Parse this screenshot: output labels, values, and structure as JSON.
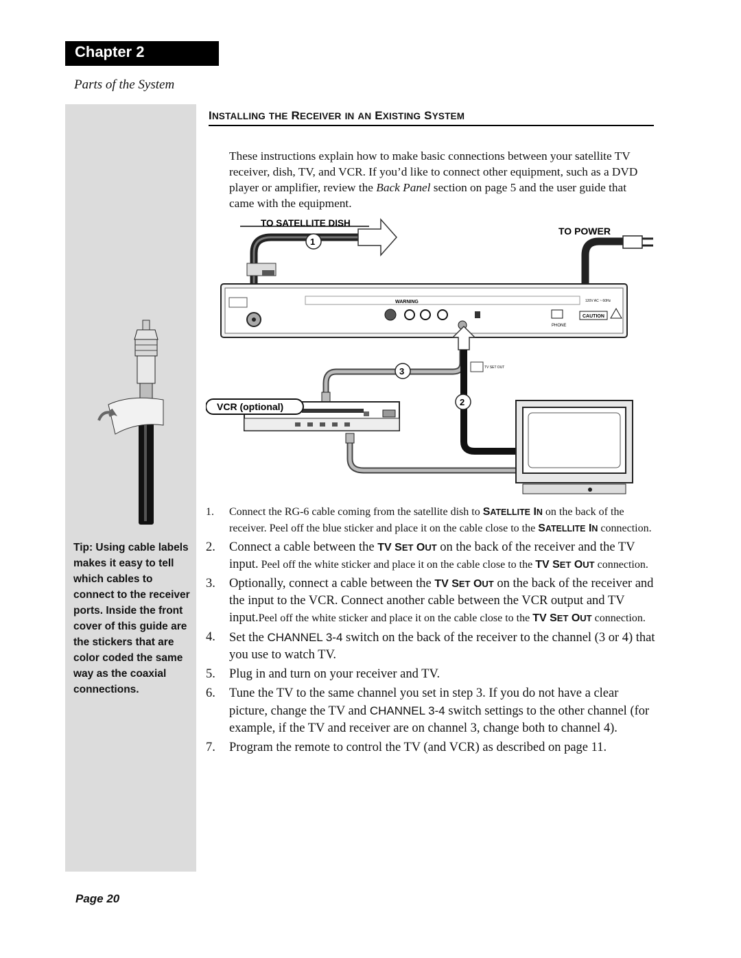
{
  "chapter_label": "Chapter 2",
  "section_name": "Parts of the System",
  "heading": {
    "w1_first": "I",
    "w1_rest": "NSTALLING",
    "w2": "THE",
    "w3_first": "R",
    "w3_rest": "ECEIVER",
    "w4": "IN",
    "w5": "AN",
    "w6_first": "E",
    "w6_rest": "XISTING",
    "w7_first": "S",
    "w7_rest": "YSTEM"
  },
  "intro": {
    "before": "These instructions explain how to make basic connections between your satellite TV receiver, dish, TV, and VCR. If you’d like to connect other equipment, such as a DVD player or amplifier, review the ",
    "italic": "Back Panel",
    "after": " section on page 5 and the user guide that came with the equipment."
  },
  "diagram": {
    "to_satellite_dish": "TO SATELLITE DISH",
    "to_power": "TO POWER",
    "vcr_optional": "VCR (optional)",
    "callouts": [
      "1",
      "2",
      "3"
    ],
    "warning_label": "WARNING",
    "caution_label": "CAUTION",
    "phone_label": "PHONE",
    "tv_set_out_tag": "TV SET OUT",
    "power_rating": "120V AC ~ 60Hz"
  },
  "steps": [
    {
      "num": "1.",
      "t1": "Connect the RG-6 cable coming from the satellite dish to ",
      "k1a": "S",
      "k1b": "ATELLITE",
      "k1c": " I",
      "k1d": "N",
      "t2": " on the back of the receiver. Peel off the blue sticker and place it on the cable close to the ",
      "k2a": "S",
      "k2b": "ATELLITE",
      "k2c": " I",
      "k2d": "N",
      "t3": " connection."
    },
    {
      "num": "2.",
      "t1": "Connect a cable between the ",
      "k1a": "TV S",
      "k1b": "ET",
      "k1c": " O",
      "k1d": "UT",
      "t2": " on the back of the receiver and the TV input.",
      "t3": " Peel off the white sticker and place it on the cable close to the ",
      "k2a": "TV S",
      "k2b": "ET",
      "k2c": " O",
      "k2d": "UT",
      "t4": " connection."
    },
    {
      "num": "3.",
      "t1": "Optionally, connect a cable between the ",
      "k1a": "TV S",
      "k1b": "ET",
      "k1c": " O",
      "k1d": "UT",
      "t2": " on the back of the receiver and the input to the VCR. Connect another cable between the VCR output and TV input.",
      "t3": "Peel off the white sticker and place it on the cable close to the ",
      "k2a": "TV S",
      "k2b": "ET",
      "k2c": " O",
      "k2d": "UT",
      "t4": " connection."
    },
    {
      "num": "4.",
      "t1": "Set the ",
      "sw": "CHANNEL 3-4",
      "t2": " switch on the back of the receiver to the channel (3 or 4) that you use to watch TV."
    },
    {
      "num": "5.",
      "text": "Plug in and turn on your receiver and TV."
    },
    {
      "num": "6.",
      "t1": "Tune the TV to the same channel you set in step 3. If you do not have a clear picture, change the TV and ",
      "sw": "CHANNEL 3-4",
      "t2": " switch settings to the other channel (for example, if the TV and receiver are on channel 3, change both to channel 4)."
    },
    {
      "num": "7.",
      "text": "Program the remote to control the TV (and VCR) as described on page 11."
    }
  ],
  "tip": "Tip: Using cable labels makes it easy to tell which cables to connect to the receiver ports. Inside the front cover of this guide are the stickers that are color coded the same way as the coaxial connections.",
  "page_label": "Page 20"
}
